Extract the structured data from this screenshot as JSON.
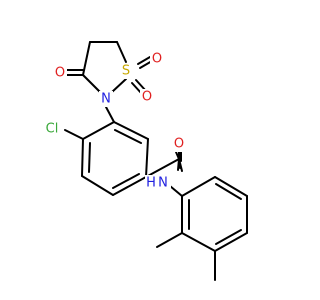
{
  "molecule": {
    "atoms": {
      "cl": {
        "label": "Cl",
        "color": "#3aa83a"
      },
      "o_ketone": {
        "label": "O",
        "color": "#e02020"
      },
      "o_sulfonyl_1": {
        "label": "O",
        "color": "#e02020"
      },
      "o_sulfonyl_2": {
        "label": "O",
        "color": "#e02020"
      },
      "s": {
        "label": "S",
        "color": "#c8a800"
      },
      "n_ring": {
        "label": "N",
        "color": "#2020e0"
      },
      "o_amide": {
        "label": "O",
        "color": "#e02020"
      },
      "n_amide": {
        "label": "N",
        "color": "#2020e0"
      },
      "h_amide": {
        "label": "H",
        "color": "#2020e0"
      }
    },
    "bond_color": "#000000"
  }
}
